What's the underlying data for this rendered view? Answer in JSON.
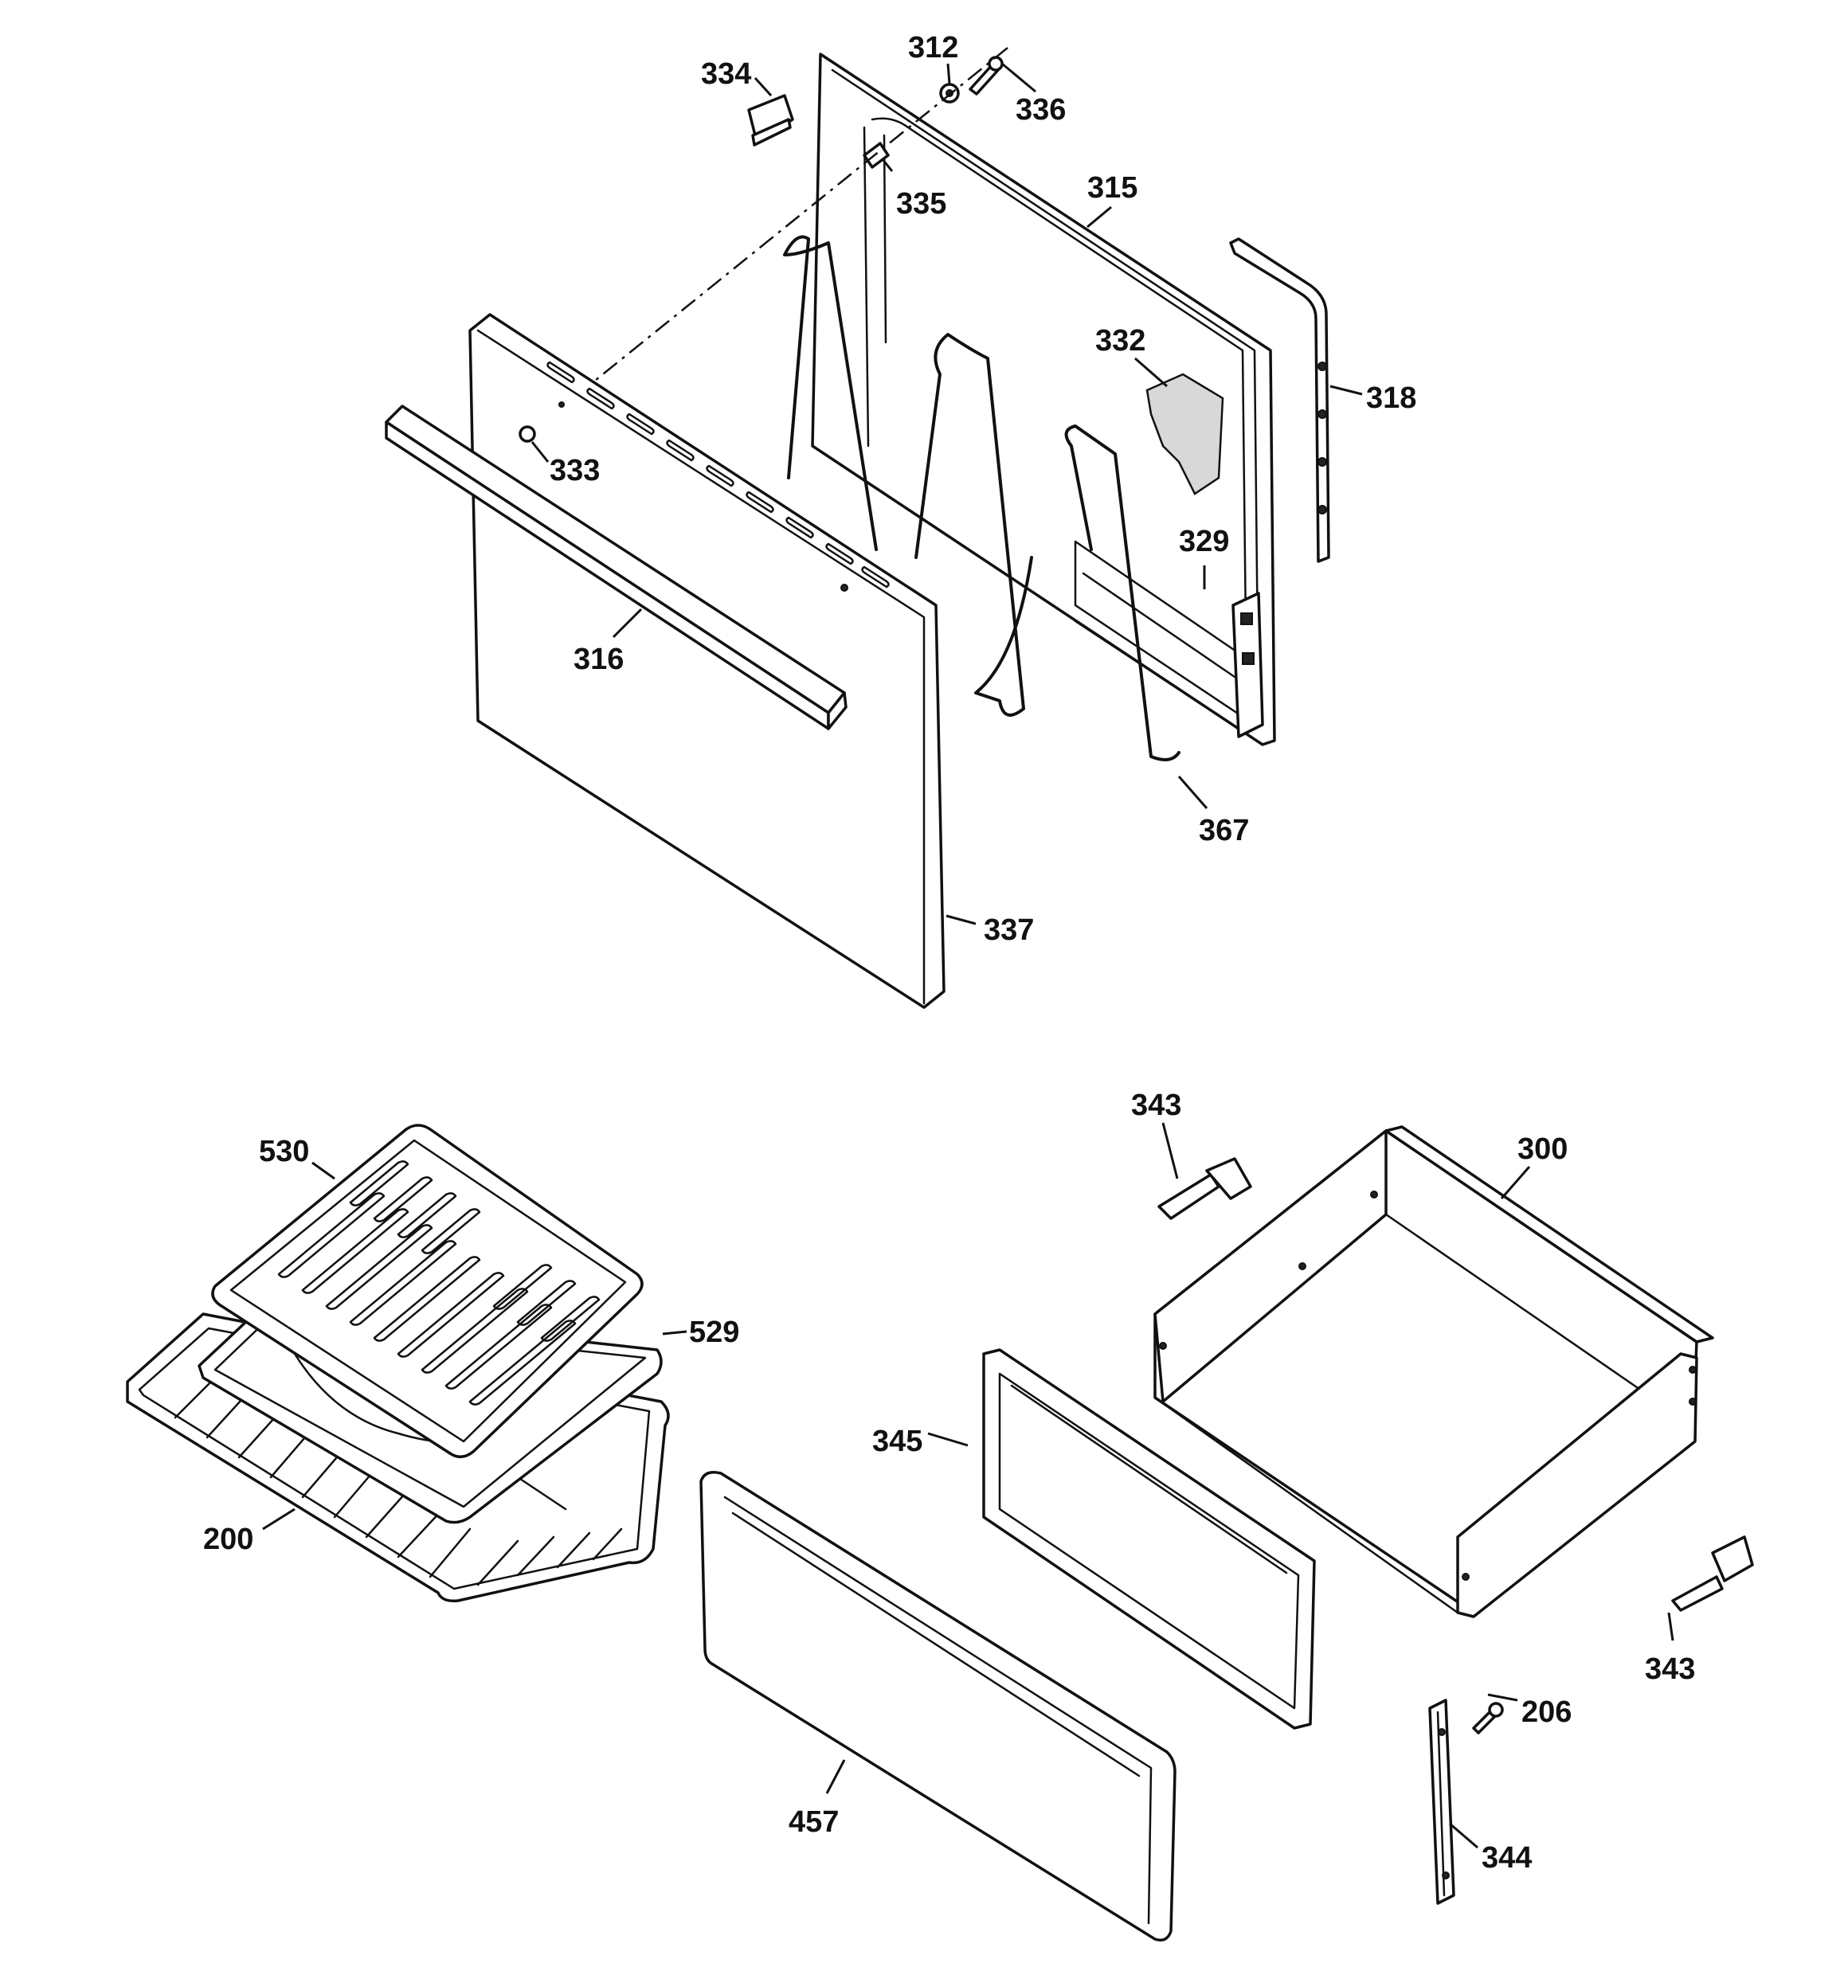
{
  "callouts": [
    {
      "id": "312",
      "label": "312"
    },
    {
      "id": "334",
      "label": "334"
    },
    {
      "id": "336",
      "label": "336"
    },
    {
      "id": "335",
      "label": "335"
    },
    {
      "id": "315",
      "label": "315"
    },
    {
      "id": "332",
      "label": "332"
    },
    {
      "id": "318",
      "label": "318"
    },
    {
      "id": "333",
      "label": "333"
    },
    {
      "id": "329",
      "label": "329"
    },
    {
      "id": "316",
      "label": "316"
    },
    {
      "id": "367",
      "label": "367"
    },
    {
      "id": "337",
      "label": "337"
    },
    {
      "id": "343a",
      "label": "343"
    },
    {
      "id": "300",
      "label": "300"
    },
    {
      "id": "530",
      "label": "530"
    },
    {
      "id": "529",
      "label": "529"
    },
    {
      "id": "345",
      "label": "345"
    },
    {
      "id": "200",
      "label": "200"
    },
    {
      "id": "343b",
      "label": "343"
    },
    {
      "id": "206",
      "label": "206"
    },
    {
      "id": "457",
      "label": "457"
    },
    {
      "id": "344",
      "label": "344"
    }
  ]
}
